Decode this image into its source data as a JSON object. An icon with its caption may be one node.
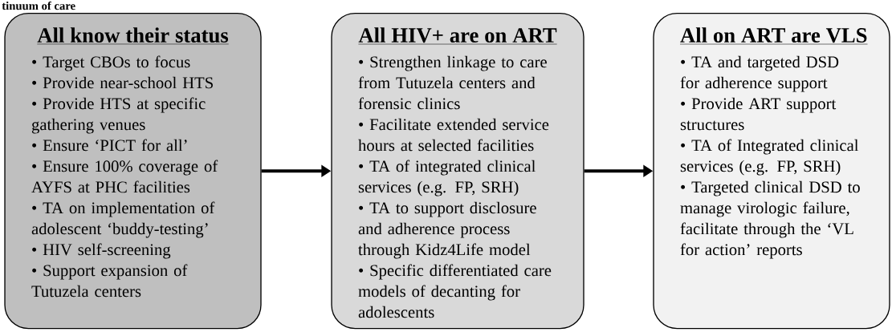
{
  "diagram": {
    "title": "tinuum of care",
    "nodes": [
      {
        "text": [
          "All know their status",
          "• Target CBOs to focus",
          "• Provide near-school HTS",
          "• Provide HTS at specific gathering venues",
          "• Ensure ‘PICT for all’",
          "• Ensure 100% coverage of AYFS at PHC facilities",
          "• TA on implementation of adolescent ‘buddy-testing’",
          "• HIV self-screening",
          "• Support expansion of Tutuzela centers"
        ]
      },
      {
        "text": [
          "All HIV+ are on ART",
          "• Strengthen linkage to care from Tutuzela centers and forensic clinics",
          "• Facilitate extended service hours at selected facilities",
          "• TA of integrated clinical services (e.g. FP, SRH)",
          "• TA to support disclosure and adherence process through Kidz4Life model",
          "• Specific differentiated care models of decanting for adolescents"
        ]
      },
      {
        "text": [
          "All on ART are VLS",
          "• TA and targeted DSD for adherence support",
          "• Provide ART support structures",
          "• TA of Integrated clinical services (e.g. FP, SRH)",
          "• Targeted clinical DSD to manage virologic failure, facilitate through the ‘VL for action’ reports"
        ]
      }
    ],
    "edges": [
      {
        "from": 0,
        "to": 1,
        "arrow": "to"
      },
      {
        "from": 1,
        "to": 2,
        "arrow": "to"
      }
    ]
  }
}
